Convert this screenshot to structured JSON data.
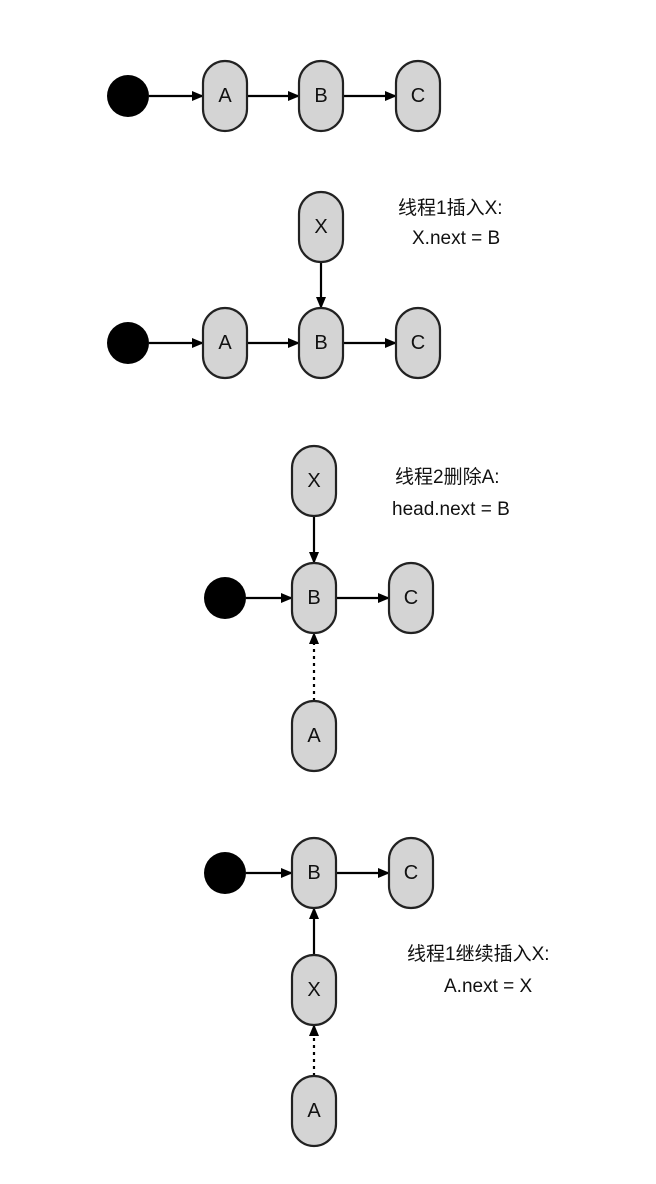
{
  "colors": {
    "node_fill": "#d4d4d4",
    "node_stroke": "#222222",
    "head_fill": "#000000",
    "edge": "#000000",
    "background": "#ffffff"
  },
  "stages": [
    {
      "caption": [],
      "nodes": [
        {
          "id": "A",
          "label": "A"
        },
        {
          "id": "B",
          "label": "B"
        },
        {
          "id": "C",
          "label": "C"
        }
      ],
      "edges": [
        {
          "from": "head",
          "to": "A",
          "style": "solid"
        },
        {
          "from": "A",
          "to": "B",
          "style": "solid"
        },
        {
          "from": "B",
          "to": "C",
          "style": "solid"
        }
      ]
    },
    {
      "caption": [
        "线程1插入X:",
        "X.next = B"
      ],
      "nodes": [
        {
          "id": "X",
          "label": "X"
        },
        {
          "id": "A",
          "label": "A"
        },
        {
          "id": "B",
          "label": "B"
        },
        {
          "id": "C",
          "label": "C"
        }
      ],
      "edges": [
        {
          "from": "head",
          "to": "A",
          "style": "solid"
        },
        {
          "from": "A",
          "to": "B",
          "style": "solid"
        },
        {
          "from": "B",
          "to": "C",
          "style": "solid"
        },
        {
          "from": "X",
          "to": "B",
          "style": "solid"
        }
      ]
    },
    {
      "caption": [
        "线程2删除A:",
        "head.next = B"
      ],
      "nodes": [
        {
          "id": "X",
          "label": "X"
        },
        {
          "id": "B",
          "label": "B"
        },
        {
          "id": "C",
          "label": "C"
        },
        {
          "id": "A",
          "label": "A"
        }
      ],
      "edges": [
        {
          "from": "head",
          "to": "B",
          "style": "solid"
        },
        {
          "from": "B",
          "to": "C",
          "style": "solid"
        },
        {
          "from": "X",
          "to": "B",
          "style": "solid"
        },
        {
          "from": "A",
          "to": "B",
          "style": "dashed"
        }
      ]
    },
    {
      "caption": [
        "线程1继续插入X:",
        "A.next = X"
      ],
      "nodes": [
        {
          "id": "B",
          "label": "B"
        },
        {
          "id": "C",
          "label": "C"
        },
        {
          "id": "X",
          "label": "X"
        },
        {
          "id": "A",
          "label": "A"
        }
      ],
      "edges": [
        {
          "from": "head",
          "to": "B",
          "style": "solid"
        },
        {
          "from": "B",
          "to": "C",
          "style": "solid"
        },
        {
          "from": "X",
          "to": "B",
          "style": "solid"
        },
        {
          "from": "A",
          "to": "X",
          "style": "dashed"
        }
      ]
    }
  ]
}
